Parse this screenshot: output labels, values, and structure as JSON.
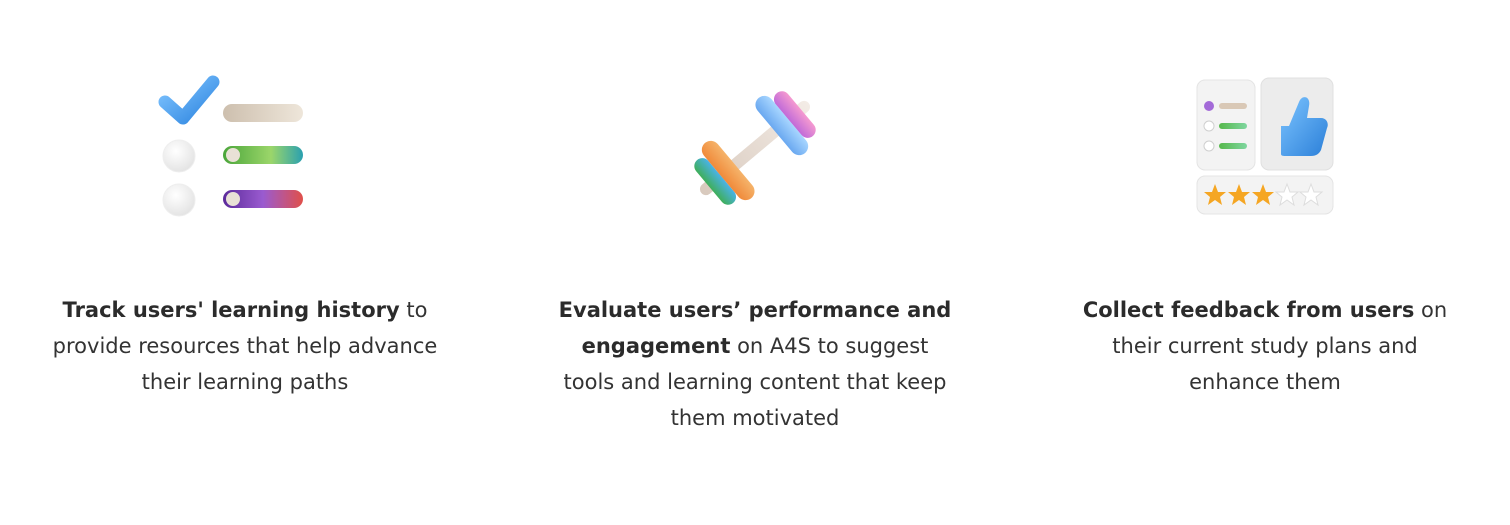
{
  "features": [
    {
      "icon": "checklist-icon",
      "bold": "Track users' learning history",
      "text": " to provide resources that help advance their learning paths"
    },
    {
      "icon": "dumbbell-icon",
      "bold": "Evaluate users’ performance and engagement",
      "text": " on A4S to suggest tools and learning content that keep them motivated"
    },
    {
      "icon": "feedback-rating-icon",
      "bold": "Collect feedback from users",
      "text": " on their current study plans and enhance them"
    }
  ],
  "colors": {
    "text": "#333333",
    "accent_blue": "#3b9be8",
    "star": "#f5a623"
  }
}
